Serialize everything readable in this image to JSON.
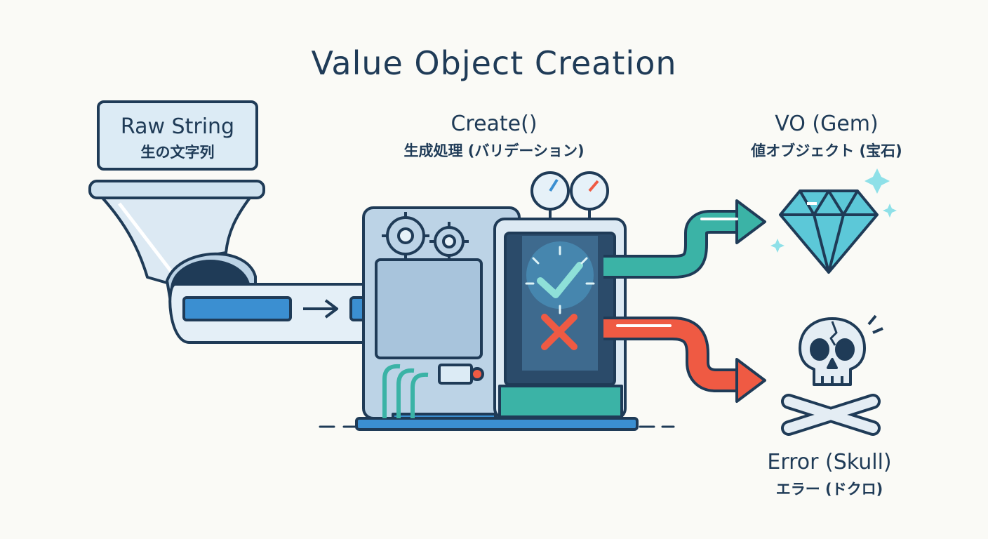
{
  "title": "Value Object Creation",
  "input": {
    "label": "Raw String",
    "sublabel": "生の文字列"
  },
  "process": {
    "label": "Create()",
    "sublabel": "生成処理 (バリデーション)"
  },
  "success": {
    "label": "VO (Gem)",
    "sublabel": "値オブジェクト (宝石)"
  },
  "failure": {
    "label": "Error (Skull)",
    "sublabel": "エラー (ドクロ)"
  },
  "icons": {
    "funnel": "funnel-icon",
    "gears": "gear-icon",
    "gauges": "gauge-icon",
    "check": "check-icon",
    "cross": "cross-icon",
    "gem": "gem-icon",
    "skull": "skull-icon"
  },
  "colors": {
    "outline": "#1f3b57",
    "success": "#3bb3a6",
    "error": "#ef5a43",
    "blue": "#3b8fd1",
    "gem": "#5cc8d8"
  }
}
